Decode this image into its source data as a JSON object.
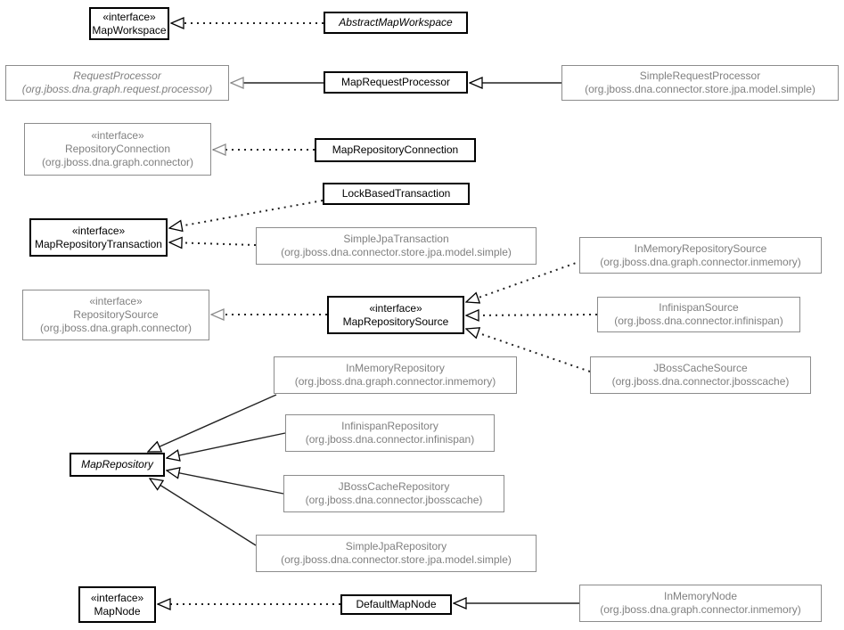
{
  "diagram": {
    "kind": "uml-class-diagram",
    "background": "#ffffff",
    "colors": {
      "local_class_border": "#000000",
      "external_class_border": "#8c8c8c",
      "external_class_text": "#808080",
      "line": "#222222"
    },
    "stereotype_interface": "«interface»"
  },
  "nodes": [
    {
      "stereotype": "«interface»",
      "name": "MapWorkspace"
    },
    {
      "name": "AbstractMapWorkspace",
      "abstract": true
    },
    {
      "name": "RequestProcessor",
      "package": "(org.jboss.dna.graph.request.processor)",
      "abstract": true
    },
    {
      "name": "MapRequestProcessor"
    },
    {
      "name": "SimpleRequestProcessor",
      "package": "(org.jboss.dna.connector.store.jpa.model.simple)"
    },
    {
      "stereotype": "«interface»",
      "name": "RepositoryConnection",
      "package": "(org.jboss.dna.graph.connector)"
    },
    {
      "name": "MapRepositoryConnection"
    },
    {
      "name": "LockBasedTransaction"
    },
    {
      "stereotype": "«interface»",
      "name": "MapRepositoryTransaction"
    },
    {
      "name": "SimpleJpaTransaction",
      "package": "(org.jboss.dna.connector.store.jpa.model.simple)"
    },
    {
      "name": "InMemoryRepositorySource",
      "package": "(org.jboss.dna.graph.connector.inmemory)"
    },
    {
      "stereotype": "«interface»",
      "name": "RepositorySource",
      "package": "(org.jboss.dna.graph.connector)"
    },
    {
      "stereotype": "«interface»",
      "name": "MapRepositorySource"
    },
    {
      "name": "InfinispanSource",
      "package": "(org.jboss.dna.connector.infinispan)"
    },
    {
      "name": "JBossCacheSource",
      "package": "(org.jboss.dna.connector.jbosscache)"
    },
    {
      "name": "InMemoryRepository",
      "package": "(org.jboss.dna.graph.connector.inmemory)"
    },
    {
      "name": "InfinispanRepository",
      "package": "(org.jboss.dna.connector.infinispan)"
    },
    {
      "name": "MapRepository",
      "abstract": true
    },
    {
      "name": "JBossCacheRepository",
      "package": "(org.jboss.dna.connector.jbosscache)"
    },
    {
      "name": "SimpleJpaRepository",
      "package": "(org.jboss.dna.connector.store.jpa.model.simple)"
    },
    {
      "stereotype": "«interface»",
      "name": "MapNode"
    },
    {
      "name": "DefaultMapNode"
    },
    {
      "name": "InMemoryNode",
      "package": "(org.jboss.dna.graph.connector.inmemory)"
    }
  ],
  "relationships": [
    {
      "from": "AbstractMapWorkspace",
      "to": "MapWorkspace",
      "type": "realization"
    },
    {
      "from": "MapRequestProcessor",
      "to": "RequestProcessor",
      "type": "generalization"
    },
    {
      "from": "SimpleRequestProcessor",
      "to": "MapRequestProcessor",
      "type": "generalization"
    },
    {
      "from": "MapRepositoryConnection",
      "to": "RepositoryConnection",
      "type": "realization"
    },
    {
      "from": "LockBasedTransaction",
      "to": "MapRepositoryTransaction",
      "type": "realization"
    },
    {
      "from": "SimpleJpaTransaction",
      "to": "MapRepositoryTransaction",
      "type": "realization"
    },
    {
      "from": "MapRepositorySource",
      "to": "RepositorySource",
      "type": "realization"
    },
    {
      "from": "InMemoryRepositorySource",
      "to": "MapRepositorySource",
      "type": "realization"
    },
    {
      "from": "InfinispanSource",
      "to": "MapRepositorySource",
      "type": "realization"
    },
    {
      "from": "JBossCacheSource",
      "to": "MapRepositorySource",
      "type": "realization"
    },
    {
      "from": "InMemoryRepository",
      "to": "MapRepository",
      "type": "generalization"
    },
    {
      "from": "InfinispanRepository",
      "to": "MapRepository",
      "type": "generalization"
    },
    {
      "from": "JBossCacheRepository",
      "to": "MapRepository",
      "type": "generalization"
    },
    {
      "from": "SimpleJpaRepository",
      "to": "MapRepository",
      "type": "generalization"
    },
    {
      "from": "DefaultMapNode",
      "to": "MapNode",
      "type": "realization"
    },
    {
      "from": "InMemoryNode",
      "to": "DefaultMapNode",
      "type": "generalization"
    }
  ]
}
